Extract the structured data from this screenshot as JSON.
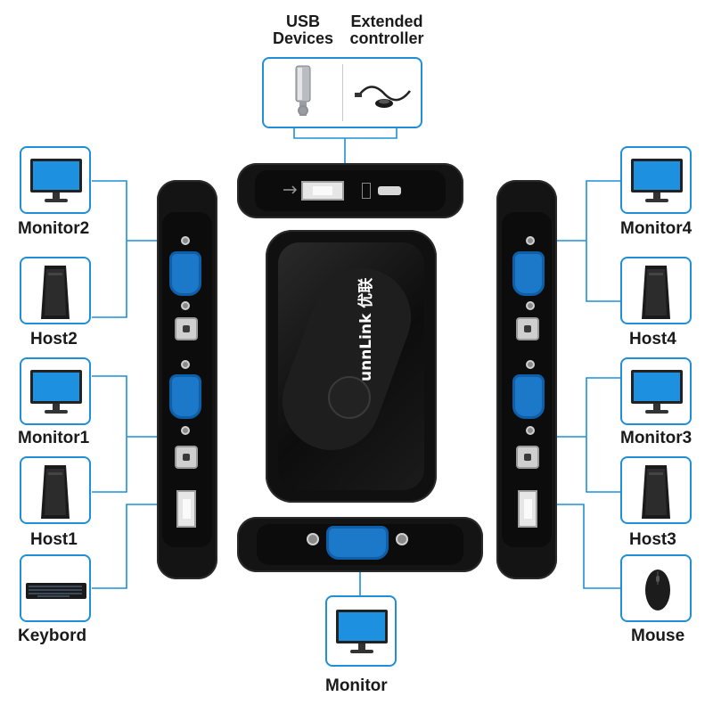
{
  "labels": {
    "usb_devices": "USB\nDevices",
    "extended_controller": "Extended\ncontroller",
    "monitor2": "Monitor2",
    "host2": "Host2",
    "monitor1": "Monitor1",
    "host1": "Host1",
    "keyboard": "Keybord",
    "monitor4": "Monitor4",
    "host4": "Host4",
    "monitor3": "Monitor3",
    "host3": "Host3",
    "mouse": "Mouse",
    "monitor": "Monitor"
  },
  "brand": {
    "text": "unnLink 优联"
  },
  "colors": {
    "accent": "#1e8fd8",
    "vga_port": "#1c78c8",
    "device_body": "#141414"
  }
}
